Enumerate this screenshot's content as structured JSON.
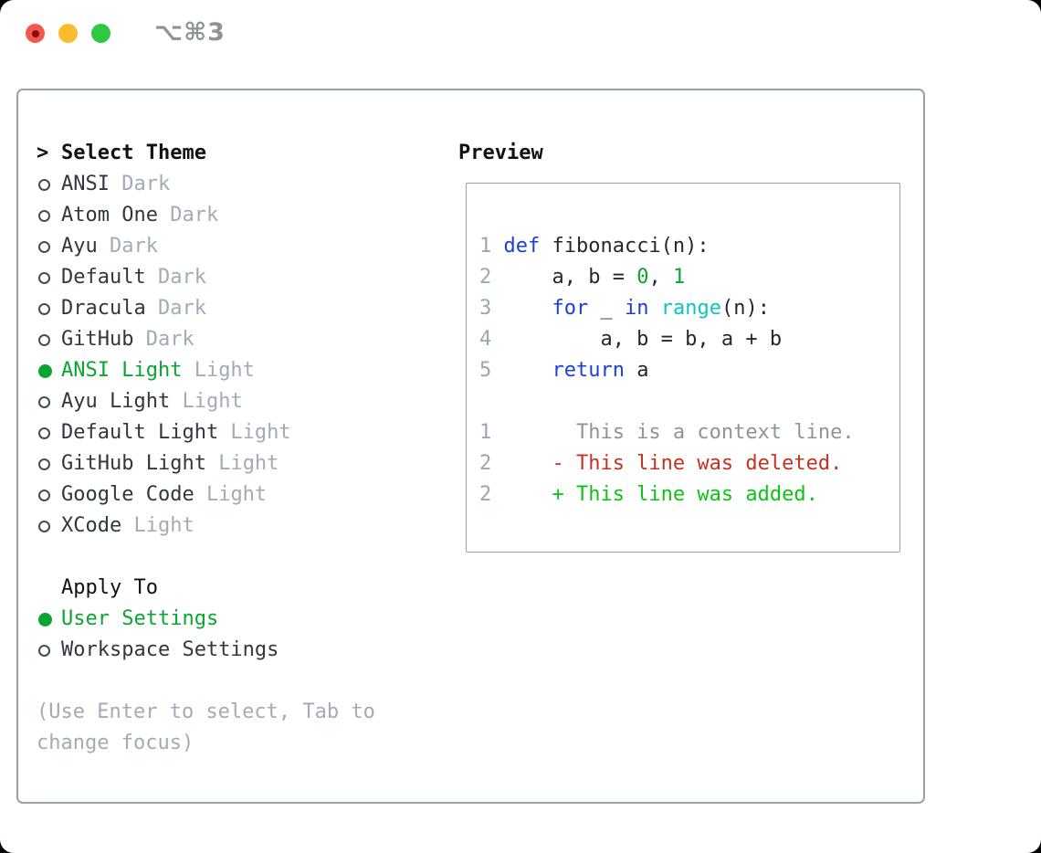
{
  "window": {
    "shortcut_title": "⌥⌘3"
  },
  "theme_selector": {
    "prompt": ">",
    "title": "Select Theme",
    "themes": [
      {
        "name": "ANSI",
        "variant": "Dark",
        "selected": false
      },
      {
        "name": "Atom One",
        "variant": "Dark",
        "selected": false
      },
      {
        "name": "Ayu",
        "variant": "Dark",
        "selected": false
      },
      {
        "name": "Default",
        "variant": "Dark",
        "selected": false
      },
      {
        "name": "Dracula",
        "variant": "Dark",
        "selected": false
      },
      {
        "name": "GitHub",
        "variant": "Dark",
        "selected": false
      },
      {
        "name": "ANSI Light",
        "variant": "Light",
        "selected": true
      },
      {
        "name": "Ayu Light",
        "variant": "Light",
        "selected": false
      },
      {
        "name": "Default Light",
        "variant": "Light",
        "selected": false
      },
      {
        "name": "GitHub Light",
        "variant": "Light",
        "selected": false
      },
      {
        "name": "Google Code",
        "variant": "Light",
        "selected": false
      },
      {
        "name": "XCode",
        "variant": "Light",
        "selected": false
      }
    ]
  },
  "apply_to": {
    "title": "Apply To",
    "options": [
      {
        "label": "User Settings",
        "selected": true
      },
      {
        "label": "Workspace Settings",
        "selected": false
      }
    ]
  },
  "help_lines": [
    "(Use Enter to select, Tab to",
    "change focus)"
  ],
  "preview": {
    "title": "Preview",
    "lines": [
      {
        "kind": "code",
        "num": "1",
        "tokens": [
          {
            "text": "def",
            "cls": "kw"
          },
          {
            "text": " fibonacci(n):",
            "cls": "pl"
          }
        ]
      },
      {
        "kind": "code",
        "num": "2",
        "tokens": [
          {
            "text": "    a, b = ",
            "cls": "pl"
          },
          {
            "text": "0",
            "cls": "nu"
          },
          {
            "text": ", ",
            "cls": "pl"
          },
          {
            "text": "1",
            "cls": "nu"
          }
        ]
      },
      {
        "kind": "code",
        "num": "3",
        "tokens": [
          {
            "text": "    ",
            "cls": "pl"
          },
          {
            "text": "for",
            "cls": "kw"
          },
          {
            "text": " _ ",
            "cls": "pl"
          },
          {
            "text": "in",
            "cls": "kw"
          },
          {
            "text": " ",
            "cls": "pl"
          },
          {
            "text": "range",
            "cls": "bi"
          },
          {
            "text": "(n):",
            "cls": "pl"
          }
        ]
      },
      {
        "kind": "code",
        "num": "4",
        "tokens": [
          {
            "text": "        a, b = b, a + b",
            "cls": "pl"
          }
        ]
      },
      {
        "kind": "code",
        "num": "5",
        "tokens": [
          {
            "text": "    ",
            "cls": "pl"
          },
          {
            "text": "return",
            "cls": "kw"
          },
          {
            "text": " a",
            "cls": "pl"
          }
        ]
      },
      {
        "kind": "blank",
        "num": "",
        "tokens": []
      },
      {
        "kind": "context",
        "num": "1",
        "tokens": [
          {
            "text": "      This is a context line.",
            "cls": "ctx"
          }
        ]
      },
      {
        "kind": "deleted",
        "num": "2",
        "tokens": [
          {
            "text": "    - This line was deleted.",
            "cls": "del"
          }
        ]
      },
      {
        "kind": "added",
        "num": "2",
        "tokens": [
          {
            "text": "    + This line was added.",
            "cls": "add"
          }
        ]
      }
    ]
  },
  "colors": {
    "header_text": "#0e1116",
    "item_text": "#30373f",
    "muted_text": "#a2abb6",
    "selected_green": "#0aa530",
    "keyword_blue": "#1b40d8",
    "builtin_cyan": "#12c2c2",
    "number_green": "#0ca32f",
    "code_plain": "#24292f",
    "line_number_gray": "#9ba6b2",
    "diff_context_gray": "#8d949d",
    "deleted_red": "#c43321",
    "added_green": "#0fc316",
    "panel_border": "#99a1ab",
    "title_gray": "#8e939a",
    "traffic_red": "#f4574e",
    "traffic_red_dot": "#7d130c",
    "traffic_yellow": "#f9bc2f",
    "traffic_green": "#2ec941"
  }
}
